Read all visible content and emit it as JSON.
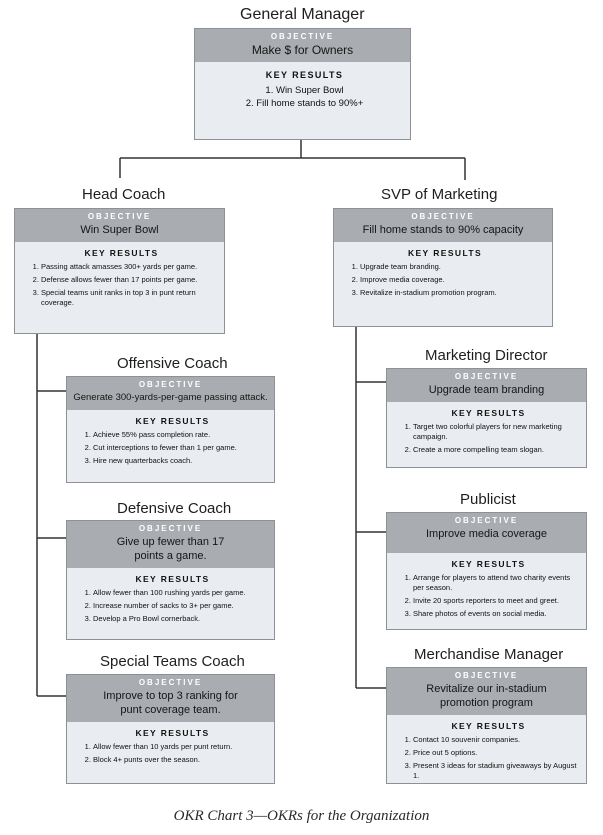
{
  "gm": {
    "role": "General Manager",
    "objective_header": "OBJECTIVE",
    "objective": "Make $ for Owners",
    "kr_header": "KEY RESULTS",
    "key_results": [
      "1. Win Super Bowl",
      "2. Fill home stands to 90%+"
    ]
  },
  "head_coach": {
    "role": "Head Coach",
    "objective_header": "OBJECTIVE",
    "objective": "Win Super Bowl",
    "kr_header": "KEY RESULTS",
    "key_results": [
      "Passing attack amasses 300+ yards per game.",
      "Defense allows fewer than 17 points per game.",
      "Special teams unit ranks in top 3 in punt return coverage."
    ]
  },
  "svp_marketing": {
    "role": "SVP of Marketing",
    "objective_header": "OBJECTIVE",
    "objective": "Fill home stands to 90% capacity",
    "kr_header": "KEY RESULTS",
    "key_results": [
      "Upgrade team branding.",
      "Improve media coverage.",
      "Revitalize in-stadium promotion program."
    ]
  },
  "offensive_coach": {
    "role": "Offensive Coach",
    "objective_header": "OBJECTIVE",
    "objective": "Generate 300-yards-per-game passing attack.",
    "kr_header": "KEY RESULTS",
    "key_results": [
      "Achieve 55% pass completion rate.",
      "Cut interceptions to fewer than 1 per game.",
      "Hire new quarterbacks coach."
    ]
  },
  "defensive_coach": {
    "role": "Defensive Coach",
    "objective_header": "OBJECTIVE",
    "objective": "Give up fewer than 17 points a game.",
    "kr_header": "KEY RESULTS",
    "key_results": [
      "Allow fewer than 100 rushing yards per game.",
      "Increase number of sacks to 3+ per game.",
      "Develop a Pro Bowl cornerback."
    ]
  },
  "special_teams_coach": {
    "role": "Special Teams Coach",
    "objective_header": "OBJECTIVE",
    "objective": "Improve to top 3 ranking for punt coverage team.",
    "kr_header": "KEY RESULTS",
    "key_results": [
      "Allow fewer than 10 yards per punt return.",
      "Block 4+ punts over the season."
    ]
  },
  "marketing_director": {
    "role": "Marketing Director",
    "objective_header": "OBJECTIVE",
    "objective": "Upgrade team branding",
    "kr_header": "KEY RESULTS",
    "key_results": [
      "Target two colorful players for new marketing campaign.",
      "Create a more compelling team slogan."
    ]
  },
  "publicist": {
    "role": "Publicist",
    "objective_header": "OBJECTIVE",
    "objective": "Improve media coverage",
    "kr_header": "KEY RESULTS",
    "key_results": [
      "Arrange for players to attend two charity events per season.",
      "Invite 20 sports reporters to meet and greet.",
      "Share photos of events on social media."
    ]
  },
  "merchandise_manager": {
    "role": "Merchandise Manager",
    "objective_header": "OBJECTIVE",
    "objective": "Revitalize our in-stadium promotion program",
    "kr_header": "KEY RESULTS",
    "key_results": [
      "Contact 10 souvenir companies.",
      "Price out 5 options.",
      "Present 3 ideas for stadium giveaways by August 1."
    ]
  },
  "caption": "OKR Chart 3—OKRs for the Organization"
}
